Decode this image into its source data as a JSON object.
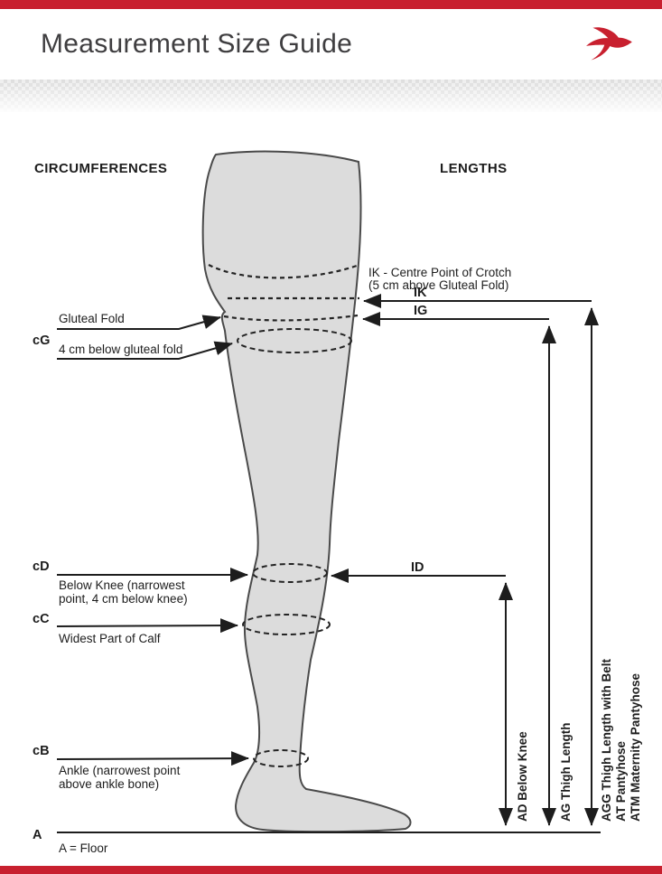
{
  "header": {
    "title": "Measurement Size Guide",
    "logo": "swallow-bird-logo"
  },
  "diagram": {
    "circumferences_heading": "CIRCUMFERENCES",
    "lengths_heading": "LENGTHS",
    "cg": {
      "code": "cG",
      "label": "Gluteal Fold",
      "sub": "4 cm below gluteal fold"
    },
    "cd": {
      "code": "cD",
      "lines": [
        "Below Knee (narrowest",
        "point, 4 cm below knee)"
      ]
    },
    "cc": {
      "code": "cC",
      "label": "Widest Part of Calf"
    },
    "cb": {
      "code": "cB",
      "lines": [
        "Ankle (narrowest point",
        "above ankle bone)"
      ]
    },
    "a": {
      "code": "A",
      "label": "A = Floor"
    },
    "ik": {
      "code": "IK",
      "note_lines": [
        "IK - Centre Point of Crotch",
        "(5 cm above Gluteal Fold)"
      ]
    },
    "ig": {
      "code": "IG"
    },
    "id": {
      "code": "ID"
    },
    "ad_label": "AD Below Knee",
    "ag_label": "AG Thigh Length",
    "agg_label": "AGG Thigh Length with Belt",
    "at_label": "AT Pantyhose",
    "atm_label": "ATM Maternity Pantyhose"
  },
  "colors": {
    "accent_red": "#c8202f",
    "leg_fill": "#dcdcdc",
    "line_ink": "#1d1d1d"
  }
}
